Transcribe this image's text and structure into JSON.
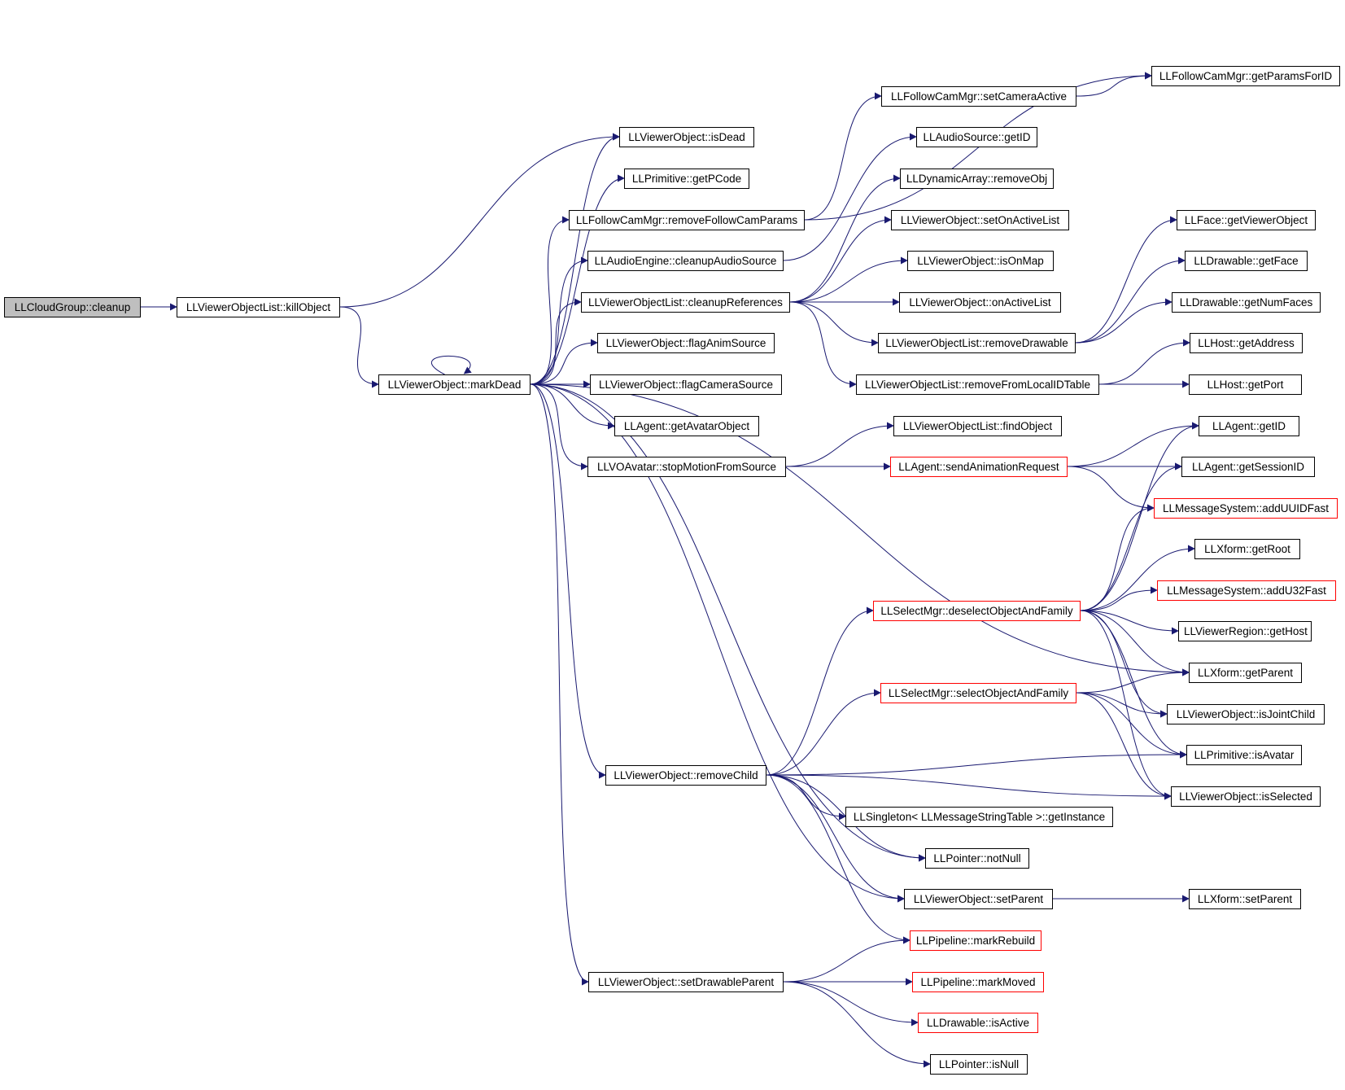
{
  "colors": {
    "edge": "#191970",
    "border": "#000000",
    "truncated": "#ff0000",
    "root_fill": "#bfbfbf"
  },
  "nodes": [
    {
      "id": "n0",
      "label": "LLCloudGroup::cleanup",
      "kind": "root"
    },
    {
      "id": "n1",
      "label": "LLViewerObjectList::killObject",
      "kind": "normal"
    },
    {
      "id": "n2",
      "label": "LLViewerObject::markDead",
      "kind": "normal"
    },
    {
      "id": "n3",
      "label": "LLViewerObject::isDead",
      "kind": "normal"
    },
    {
      "id": "n4",
      "label": "LLPrimitive::getPCode",
      "kind": "normal"
    },
    {
      "id": "n5",
      "label": "LLFollowCamMgr::removeFollowCamParams",
      "kind": "normal"
    },
    {
      "id": "n6",
      "label": "LLAudioEngine::cleanupAudioSource",
      "kind": "normal"
    },
    {
      "id": "n7",
      "label": "LLViewerObjectList::cleanupReferences",
      "kind": "normal"
    },
    {
      "id": "n8",
      "label": "LLViewerObject::flagAnimSource",
      "kind": "normal"
    },
    {
      "id": "n9",
      "label": "LLViewerObject::flagCameraSource",
      "kind": "normal"
    },
    {
      "id": "n10",
      "label": "LLAgent::getAvatarObject",
      "kind": "normal"
    },
    {
      "id": "n11",
      "label": "LLVOAvatar::stopMotionFromSource",
      "kind": "normal"
    },
    {
      "id": "n12",
      "label": "LLViewerObject::removeChild",
      "kind": "normal"
    },
    {
      "id": "n13",
      "label": "LLViewerObject::setDrawableParent",
      "kind": "normal"
    },
    {
      "id": "n14",
      "label": "LLFollowCamMgr::setCameraActive",
      "kind": "normal"
    },
    {
      "id": "n15",
      "label": "LLFollowCamMgr::getParamsForID",
      "kind": "normal"
    },
    {
      "id": "n16",
      "label": "LLAudioSource::getID",
      "kind": "normal"
    },
    {
      "id": "n17",
      "label": "LLDynamicArray::removeObj",
      "kind": "normal"
    },
    {
      "id": "n18",
      "label": "LLViewerObject::setOnActiveList",
      "kind": "normal"
    },
    {
      "id": "n19",
      "label": "LLViewerObject::isOnMap",
      "kind": "normal"
    },
    {
      "id": "n20",
      "label": "LLViewerObject::onActiveList",
      "kind": "normal"
    },
    {
      "id": "n21",
      "label": "LLViewerObjectList::removeDrawable",
      "kind": "normal"
    },
    {
      "id": "n22",
      "label": "LLViewerObjectList::removeFromLocalIDTable",
      "kind": "normal"
    },
    {
      "id": "n23",
      "label": "LLFace::getViewerObject",
      "kind": "normal"
    },
    {
      "id": "n24",
      "label": "LLDrawable::getFace",
      "kind": "normal"
    },
    {
      "id": "n25",
      "label": "LLDrawable::getNumFaces",
      "kind": "normal"
    },
    {
      "id": "n26",
      "label": "LLHost::getAddress",
      "kind": "normal"
    },
    {
      "id": "n27",
      "label": "LLHost::getPort",
      "kind": "normal"
    },
    {
      "id": "n28",
      "label": "LLViewerObjectList::findObject",
      "kind": "normal"
    },
    {
      "id": "n29",
      "label": "LLAgent::sendAnimationRequest",
      "kind": "red"
    },
    {
      "id": "n30",
      "label": "LLAgent::getID",
      "kind": "normal"
    },
    {
      "id": "n31",
      "label": "LLAgent::getSessionID",
      "kind": "normal"
    },
    {
      "id": "n32",
      "label": "LLMessageSystem::addUUIDFast",
      "kind": "red"
    },
    {
      "id": "n33",
      "label": "LLXform::getRoot",
      "kind": "normal"
    },
    {
      "id": "n34",
      "label": "LLMessageSystem::addU32Fast",
      "kind": "red"
    },
    {
      "id": "n35",
      "label": "LLSelectMgr::deselectObjectAndFamily",
      "kind": "red"
    },
    {
      "id": "n36",
      "label": "LLViewerRegion::getHost",
      "kind": "normal"
    },
    {
      "id": "n37",
      "label": "LLXform::getParent",
      "kind": "normal"
    },
    {
      "id": "n38",
      "label": "LLSelectMgr::selectObjectAndFamily",
      "kind": "red"
    },
    {
      "id": "n39",
      "label": "LLViewerObject::isJointChild",
      "kind": "normal"
    },
    {
      "id": "n40",
      "label": "LLPrimitive::isAvatar",
      "kind": "normal"
    },
    {
      "id": "n41",
      "label": "LLViewerObject::isSelected",
      "kind": "normal"
    },
    {
      "id": "n42",
      "label": "LLSingleton< LLMessageStringTable >::getInstance",
      "kind": "normal"
    },
    {
      "id": "n43",
      "label": "LLPointer::notNull",
      "kind": "normal"
    },
    {
      "id": "n44",
      "label": "LLViewerObject::setParent",
      "kind": "normal"
    },
    {
      "id": "n45",
      "label": "LLXform::setParent",
      "kind": "normal"
    },
    {
      "id": "n46",
      "label": "LLPipeline::markRebuild",
      "kind": "red"
    },
    {
      "id": "n47",
      "label": "LLPipeline::markMoved",
      "kind": "red"
    },
    {
      "id": "n48",
      "label": "LLDrawable::isActive",
      "kind": "red"
    },
    {
      "id": "n49",
      "label": "LLPointer::isNull",
      "kind": "normal"
    }
  ],
  "edges": [
    [
      "n0",
      "n1"
    ],
    [
      "n1",
      "n3"
    ],
    [
      "n1",
      "n2"
    ],
    [
      "n2",
      "n2"
    ],
    [
      "n2",
      "n3"
    ],
    [
      "n2",
      "n4"
    ],
    [
      "n2",
      "n5"
    ],
    [
      "n2",
      "n6"
    ],
    [
      "n2",
      "n7"
    ],
    [
      "n2",
      "n8"
    ],
    [
      "n2",
      "n9"
    ],
    [
      "n2",
      "n10"
    ],
    [
      "n2",
      "n11"
    ],
    [
      "n2",
      "n37"
    ],
    [
      "n2",
      "n12"
    ],
    [
      "n2",
      "n43"
    ],
    [
      "n2",
      "n44"
    ],
    [
      "n2",
      "n13"
    ],
    [
      "n5",
      "n14"
    ],
    [
      "n5",
      "n15"
    ],
    [
      "n14",
      "n15"
    ],
    [
      "n6",
      "n16"
    ],
    [
      "n7",
      "n17"
    ],
    [
      "n7",
      "n18"
    ],
    [
      "n7",
      "n19"
    ],
    [
      "n7",
      "n20"
    ],
    [
      "n7",
      "n21"
    ],
    [
      "n7",
      "n22"
    ],
    [
      "n21",
      "n23"
    ],
    [
      "n21",
      "n24"
    ],
    [
      "n21",
      "n25"
    ],
    [
      "n22",
      "n26"
    ],
    [
      "n22",
      "n27"
    ],
    [
      "n11",
      "n28"
    ],
    [
      "n11",
      "n29"
    ],
    [
      "n29",
      "n30"
    ],
    [
      "n29",
      "n31"
    ],
    [
      "n29",
      "n32"
    ],
    [
      "n35",
      "n30"
    ],
    [
      "n35",
      "n31"
    ],
    [
      "n35",
      "n32"
    ],
    [
      "n35",
      "n33"
    ],
    [
      "n35",
      "n34"
    ],
    [
      "n35",
      "n36"
    ],
    [
      "n35",
      "n37"
    ],
    [
      "n35",
      "n39"
    ],
    [
      "n35",
      "n40"
    ],
    [
      "n35",
      "n41"
    ],
    [
      "n38",
      "n37"
    ],
    [
      "n38",
      "n39"
    ],
    [
      "n38",
      "n40"
    ],
    [
      "n38",
      "n41"
    ],
    [
      "n12",
      "n35"
    ],
    [
      "n12",
      "n38"
    ],
    [
      "n12",
      "n40"
    ],
    [
      "n12",
      "n41"
    ],
    [
      "n12",
      "n42"
    ],
    [
      "n12",
      "n43"
    ],
    [
      "n12",
      "n44"
    ],
    [
      "n12",
      "n46"
    ],
    [
      "n44",
      "n45"
    ],
    [
      "n13",
      "n46"
    ],
    [
      "n13",
      "n47"
    ],
    [
      "n13",
      "n48"
    ],
    [
      "n13",
      "n49"
    ]
  ]
}
